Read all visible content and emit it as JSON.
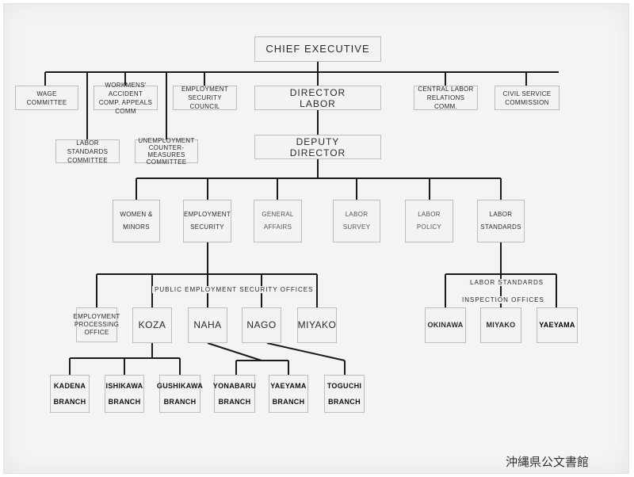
{
  "org_chart": {
    "top": "CHIEF EXECUTIVE",
    "director": "DIRECTOR\nLABOR",
    "deputy": "DEPUTY\nDIRECTOR",
    "executive_bodies": {
      "wage": "WAGE\nCOMMITTEE",
      "workmens": "WORKMENS' ACCIDENT\nCOMP. APPEALS COMM",
      "emp_council": "EMPLOYMENT\nSECURITY COUNCIL",
      "labor_std_committee": "LABOR STANDARDS\nCOMMITTEE",
      "unemployment": "UNEMPLOYMENT\nCOUNTER-MEASURES\nCOMMITTEE",
      "central_labor": "CENTRAL LABOR\nRELATIONS COMM.",
      "civil_service": "CIVIL SERVICE\nCOMMISSION"
    },
    "divisions": {
      "women": "WOMEN &\nMINORS",
      "employment": "EMPLOYMENT\nSECURITY",
      "general": "GENERAL\nAFFAIRS",
      "survey": "LABOR\nSURVEY",
      "policy": "LABOR\nPOLICY",
      "standards": "LABOR\nSTANDARDS"
    },
    "public_offices_label": "PUBLIC EMPLOYMENT SECURITY OFFICES",
    "public_offices": {
      "processing": "EMPLOYMENT\nPROCESSING\nOFFICE",
      "koza": "KOZA",
      "naha": "NAHA",
      "nago": "NAGO",
      "miyako": "MIYAKO"
    },
    "inspection_label_1": "LABOR STANDARDS",
    "inspection_label_2": "INSPECTION OFFICES",
    "inspection_offices": {
      "okinawa": "OKINAWA",
      "miyako": "MIYAKO",
      "yaeyama": "YAEYAMA"
    },
    "branches": {
      "kadena": "KADENA\nBRANCH",
      "ishikawa": "ISHIKAWA\nBRANCH",
      "gushikawa": "GUSHIKAWA\nBRANCH",
      "yonabaru": "YONABARU\nBRANCH",
      "yaeyama": "YAEYAMA\nBRANCH",
      "toguchi": "TOGUCHI\nBRANCH"
    }
  },
  "stamp": "沖縄県公文書館"
}
